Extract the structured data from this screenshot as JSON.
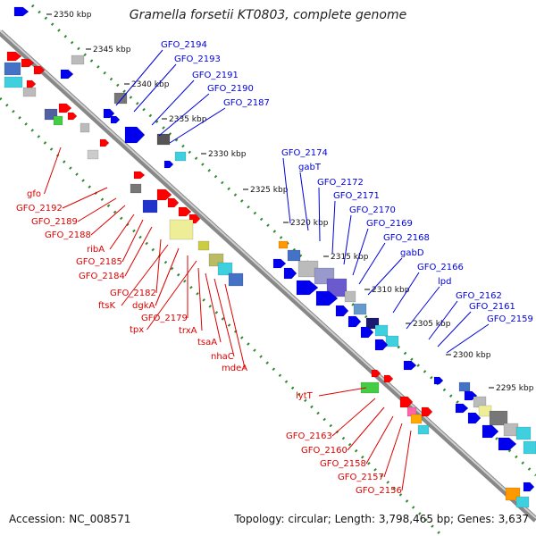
{
  "title": "Gramella forsetii KT0803, complete genome",
  "footer": {
    "accession": "Accession: NC_008571",
    "summary": "Topology: circular; Length: 3,798,465 bp; Genes: 3,637"
  },
  "colors": {
    "forward": "#ff0000",
    "reverse": "#0000ee",
    "backbone": "#999999",
    "ruler": "#2e8b2e",
    "rna": "#44cc44"
  },
  "ticks": [
    "2350 kbp",
    "2345 kbp",
    "2340 kbp",
    "2335 kbp",
    "2330 kbp",
    "2325 kbp",
    "2320 kbp",
    "2315 kbp",
    "2310 kbp",
    "2305 kbp",
    "2300 kbp",
    "2295 kbp"
  ],
  "blue_labels": [
    "GFO_2194",
    "GFO_2193",
    "GFO_2191",
    "GFO_2190",
    "GFO_2187",
    "GFO_2174",
    "gabT",
    "GFO_2172",
    "GFO_2171",
    "GFO_2170",
    "GFO_2169",
    "GFO_2168",
    "gabD",
    "GFO_2166",
    "lpd",
    "GFO_2162",
    "GFO_2161",
    "GFO_2159"
  ],
  "red_labels": [
    "gfo",
    "GFO_2192",
    "GFO_2189",
    "GFO_2188",
    "ribA",
    "GFO_2185",
    "GFO_2184",
    "GFO_2182",
    "ftsK",
    "dgkA",
    "GFO_2179",
    "tpx",
    "trxA",
    "tsaA",
    "nhaC",
    "mdeA",
    "lytT",
    "GFO_2163",
    "GFO_2160",
    "GFO_2158",
    "GFO_2157",
    "GFO_2156"
  ]
}
